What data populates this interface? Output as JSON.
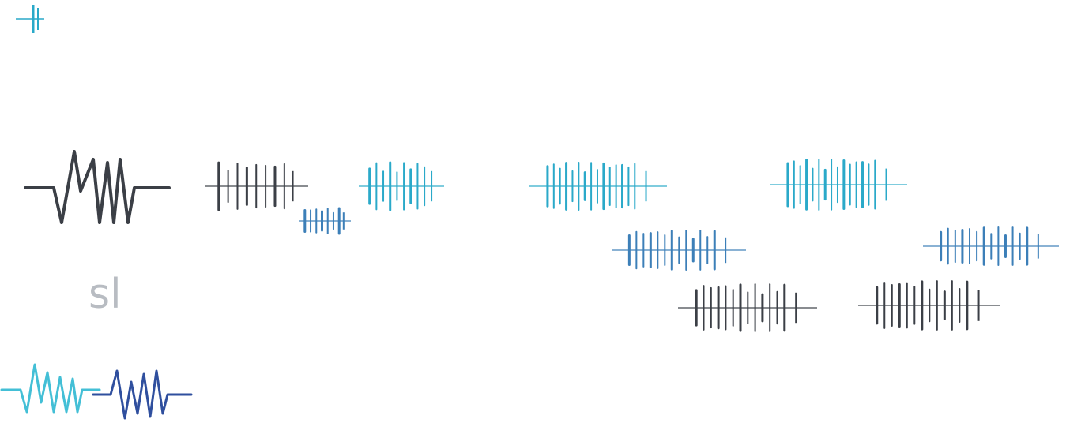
{
  "colors": {
    "dark": "#3b3f46",
    "teal": "#2aa9c9",
    "blue": "#3c7fb8",
    "navy": "#2f4f9e",
    "light_teal": "#43bfd6"
  },
  "fragment_text": "sl",
  "icons": [
    "small-waveform-icon",
    "large-waveform-icon",
    "waveform-pair-icon"
  ],
  "sprites": [
    {
      "name": "waveform-sprite-dark-1",
      "color": "dark"
    },
    {
      "name": "waveform-sprite-teal-1",
      "color": "teal"
    },
    {
      "name": "waveform-sprite-blue-small",
      "color": "blue"
    },
    {
      "name": "waveform-sprite-teal-2",
      "color": "teal"
    },
    {
      "name": "waveform-sprite-teal-3",
      "color": "teal"
    },
    {
      "name": "waveform-sprite-blue-1",
      "color": "blue"
    },
    {
      "name": "waveform-sprite-blue-2",
      "color": "blue"
    },
    {
      "name": "waveform-sprite-dark-2",
      "color": "dark"
    },
    {
      "name": "waveform-sprite-dark-3",
      "color": "dark"
    }
  ]
}
